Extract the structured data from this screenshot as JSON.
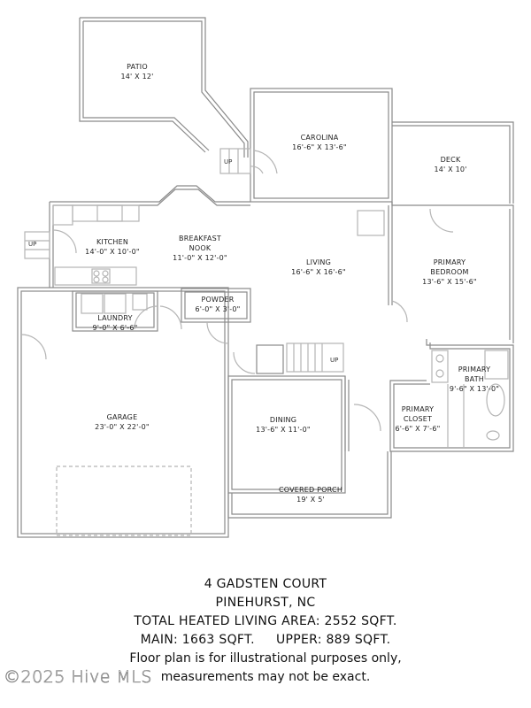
{
  "rooms": [
    {
      "name": "PATIO",
      "dims": "14' X 12'"
    },
    {
      "name": "CAROLINA",
      "dims": "16'-6\" X 13'-6\""
    },
    {
      "name": "DECK",
      "dims": "14' X 10'"
    },
    {
      "name": "KITCHEN",
      "dims": "14'-0\" X 10'-0\""
    },
    {
      "name": "BREAKFAST",
      "name2": "NOOK",
      "dims": "11'-0\" X 12'-0\""
    },
    {
      "name": "LIVING",
      "dims": "16'-6\" X 16'-6\""
    },
    {
      "name": "PRIMARY",
      "name2": "BEDROOM",
      "dims": "13'-6\" X 15'-6\""
    },
    {
      "name": "POWDER",
      "dims": "6'-0\" X 3'-0\""
    },
    {
      "name": "LAUNDRY",
      "dims": "9'-0\" X 6'-6\""
    },
    {
      "name": "PRIMARY",
      "name2": "BATH",
      "dims": "9'-6\" X 13'-0\""
    },
    {
      "name": "PRIMARY",
      "name2": "CLOSET",
      "dims": "6'-6\" X 7'-6\""
    },
    {
      "name": "GARAGE",
      "dims": "23'-0\" X 22'-0\""
    },
    {
      "name": "DINING",
      "dims": "13'-6\" X 11'-0\""
    },
    {
      "name": "COVERED PORCH",
      "dims": "19' X 5'"
    }
  ],
  "stairs": [
    {
      "label": "UP"
    },
    {
      "label": "UP"
    },
    {
      "label": "UP"
    }
  ],
  "caption": {
    "address": "4 GADSTEN COURT",
    "city": "PINEHURST, NC",
    "total": "TOTAL HEATED LIVING AREA: 2552 SQFT.",
    "main": "MAIN: 1663 SQFT.",
    "upper": "UPPER: 889 SQFT.",
    "disclaimer1": "Floor plan is for illustrational purposes only,",
    "disclaimer2": "measurements may not be exact."
  },
  "watermark": "©2025 Hive MLS",
  "colors": {
    "wall": "#8a8a8a",
    "fixture": "#b5b5b5",
    "text": "#222222"
  }
}
